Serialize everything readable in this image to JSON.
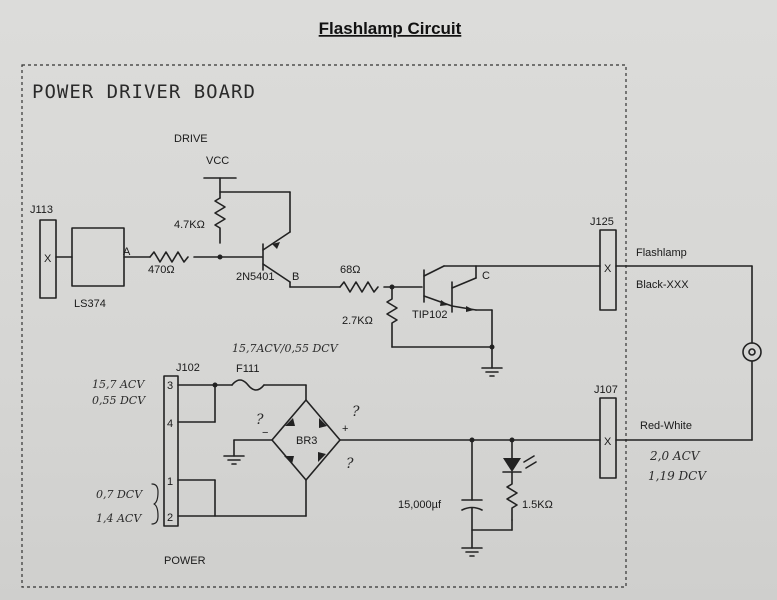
{
  "title": "Flashlamp Circuit",
  "board_label": "POWER DRIVER BOARD",
  "labels": {
    "drive": "DRIVE",
    "vcc": "VCC",
    "r_4k7": "4.7KΩ",
    "r_470": "470Ω",
    "node_a": "A",
    "node_b": "B",
    "node_c": "C",
    "r_68": "68Ω",
    "r_2k7": "2.7KΩ",
    "q1": "2N5401",
    "q2": "TIP102",
    "ic": "LS374",
    "j113": "J113",
    "j125": "J125",
    "j107": "J107",
    "j102": "J102",
    "x": "X",
    "flashlamp": "Flashlamp",
    "black_xxx": "Black-XXX",
    "red_white": "Red-White",
    "fuse": "F111",
    "bridge": "BR3",
    "cap": "15,000µf",
    "r_1k5": "1.5KΩ",
    "power": "POWER",
    "pin1": "1",
    "pin2": "2",
    "pin3": "3",
    "pin4": "4",
    "minus": "−",
    "plus": "+",
    "q_mark": "?"
  },
  "handwritten": {
    "fuse_note": "15,7ACV/0,55 DCV",
    "pin3_ac": "15,7 ACV",
    "pin3_dc": "0,55 DCV",
    "pin12_dc": "0,7 DCV",
    "pin12_ac": "1,4 ACV",
    "lamp_ac": "2,0 ACV",
    "lamp_dc": "1,19 DCV"
  }
}
